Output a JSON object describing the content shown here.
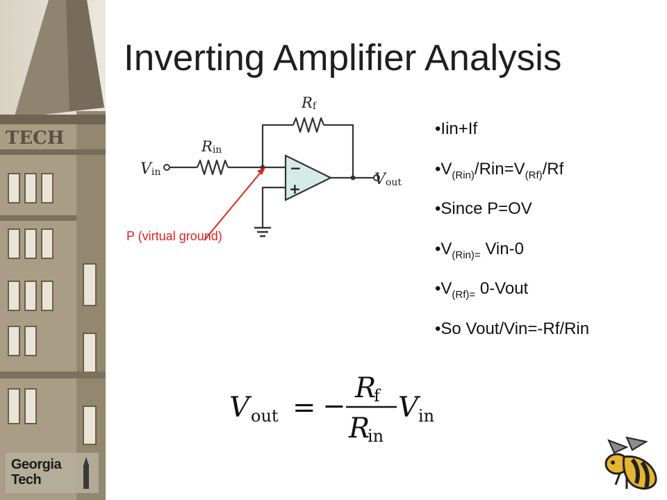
{
  "slide": {
    "title": "Inverting Amplifier Analysis"
  },
  "sidebar": {
    "sign_text": "TECH",
    "logo_line1": "Georgia",
    "logo_line2": "Tech"
  },
  "circuit": {
    "rf_label": "R",
    "rf_sub": "f",
    "rin_label": "R",
    "rin_sub": "in",
    "vin_label": "V",
    "vin_sub": "in",
    "vout_label": "V",
    "vout_sub": "out",
    "minus": "−",
    "plus": "+",
    "virtual_ground_label": "P (virtual ground)"
  },
  "bullets": [
    {
      "text": "•Iin+If"
    },
    {
      "pre": "•V",
      "sub1": "(Rin)",
      "mid": "/Rin=V",
      "sub2": "(Rf)",
      "post": "/Rf"
    },
    {
      "text": "•Since P=OV"
    },
    {
      "pre": "•V",
      "sub1": "(Rin)=",
      "mid": " Vin-0"
    },
    {
      "pre": "•V",
      "sub1": "(Rf)=",
      "mid": " 0-Vout"
    },
    {
      "text": "•So Vout/Vin=-Rf/Rin"
    }
  ],
  "formula": {
    "lhs": "V",
    "lhs_sub": "out",
    "eq": "=",
    "neg": "−",
    "num": "R",
    "num_sub": "f",
    "den": "R",
    "den_sub": "in",
    "rhs": "V",
    "rhs_sub": "in"
  },
  "colors": {
    "accent_red": "#e0231e",
    "opamp_fill": "#d5ebe8",
    "sidebar_stone": "#a99d85",
    "bee_gold": "#e7b531"
  }
}
